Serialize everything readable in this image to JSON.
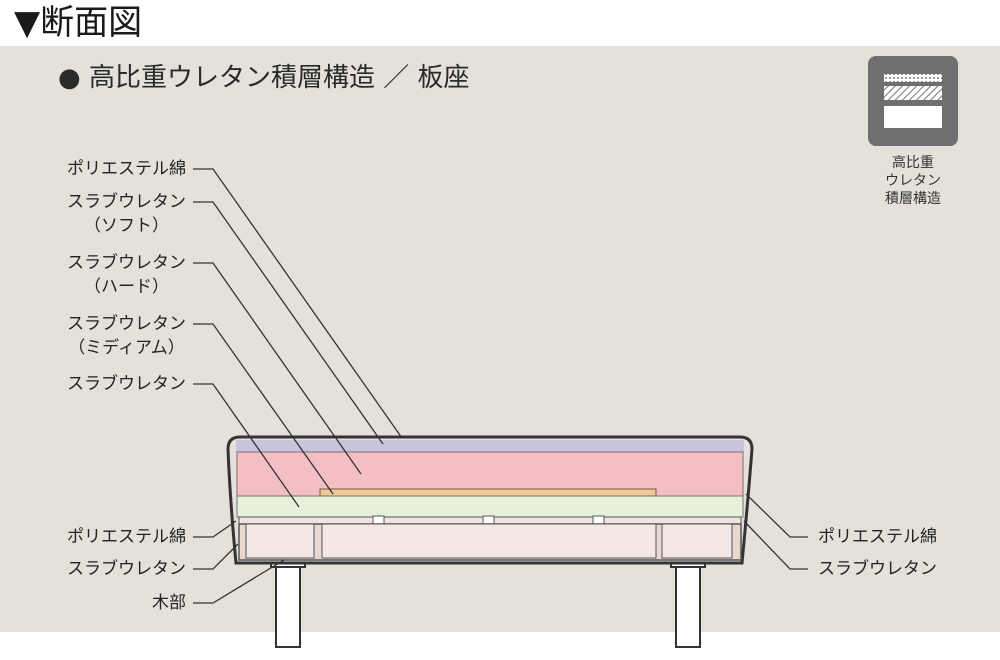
{
  "heading": "▼断面図",
  "subtitle": "● 高比重ウレタン積層構造 ／ 板座",
  "badge": {
    "icon": "layered-urethane-icon",
    "caption": [
      "高比重",
      "ウレタン",
      "積層構造"
    ]
  },
  "labels_left": [
    {
      "line1": "ポリエステル綿"
    },
    {
      "line1": "スラブウレタン",
      "line2": "（ソフト）"
    },
    {
      "line1": "スラブウレタン",
      "line2": "（ハード）"
    },
    {
      "line1": "スラブウレタン",
      "line2": "（ミディアム）"
    },
    {
      "line1": "スラブウレタン"
    },
    {
      "line1": "ポリエステル綿"
    },
    {
      "line1": "スラブウレタン"
    },
    {
      "line1": "木部"
    }
  ],
  "labels_right": [
    {
      "line1": "ポリエステル綿"
    },
    {
      "line1": "スラブウレタン"
    }
  ],
  "colors": {
    "panel": "#e3e1d9",
    "polyester_top": "#c9c3de",
    "soft": "#f3bfc4",
    "medium_strip": "#f2c79a",
    "slab_bottom": "#e6f0dc",
    "wood_frame": "#e8d8d0",
    "leg": "#ffffff",
    "outline": "#333333"
  }
}
